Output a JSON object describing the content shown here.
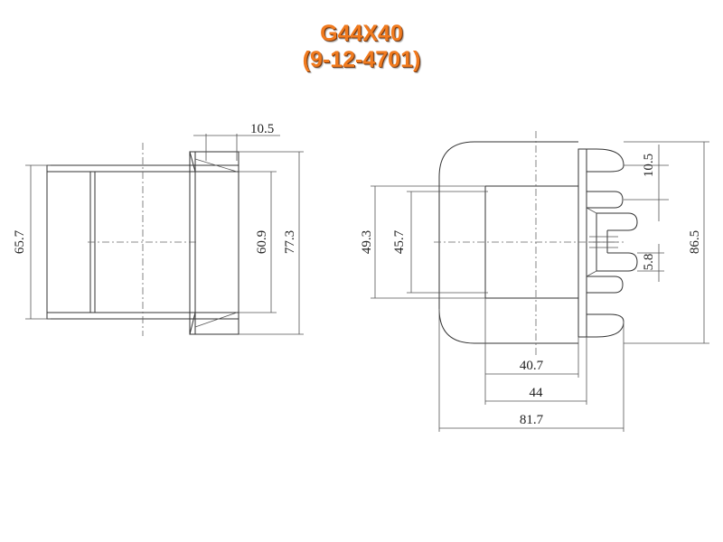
{
  "header": {
    "title": "G44X40",
    "part_number": "(9-12-4701)",
    "accent_color": "#f07a1e"
  },
  "left_view": {
    "dim_flange_width": "10.5",
    "dim_outer_height": "65.7",
    "dim_inner_height": "60.9",
    "dim_total_height": "77.3"
  },
  "right_view": {
    "dim_pin_pitch": "10.5",
    "dim_pin_width": "5.8",
    "dim_total_height": "86.5",
    "dim_window_outer": "49.3",
    "dim_window_inner": "45.7",
    "dim_body_width": "40.7",
    "dim_base_width": "44",
    "dim_total_width": "81.7"
  }
}
